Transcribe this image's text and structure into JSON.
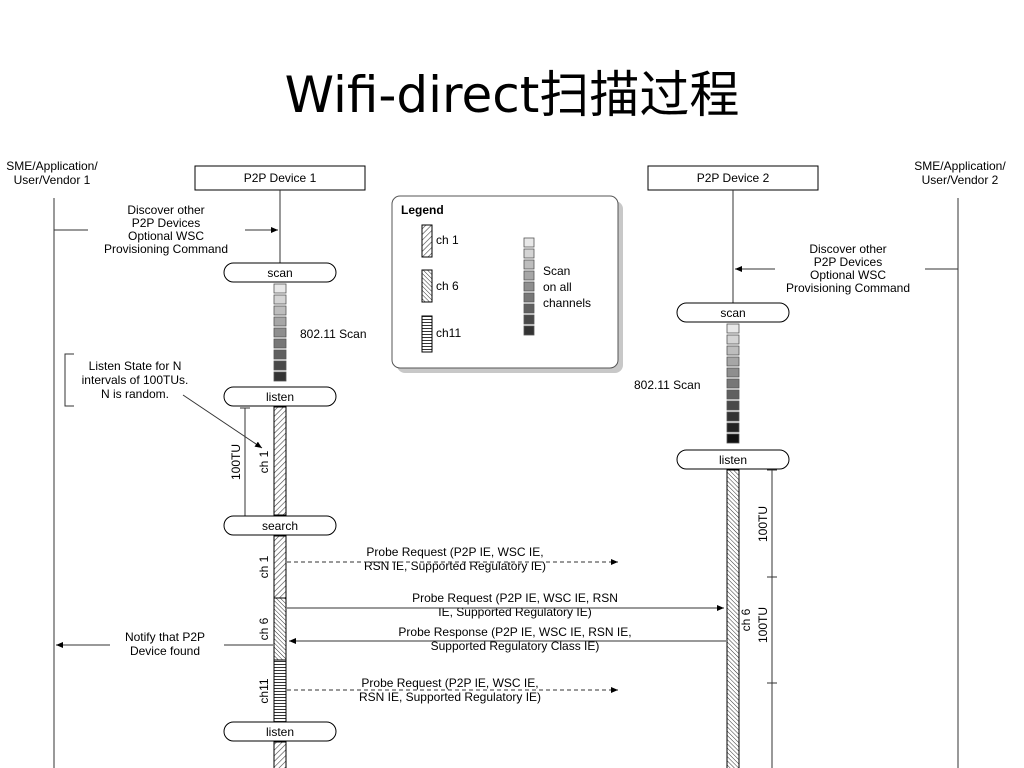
{
  "slide": {
    "title": "Wifi-direct扫描过程"
  },
  "actors": {
    "sme1": [
      "SME/Application/",
      "User/Vendor 1"
    ],
    "dev1": "P2P Device 1",
    "dev2": "P2P Device 2",
    "sme2": [
      "SME/Application/",
      "User/Vendor 2"
    ]
  },
  "messages": {
    "discover1": [
      "Discover other",
      "P2P Devices",
      "Optional WSC",
      "Provisioning Command"
    ],
    "discover2": [
      "Discover other",
      "P2P Devices",
      "Optional WSC",
      "Provisioning Command"
    ],
    "listen_state": [
      "Listen State for N",
      "intervals of 100TUs.",
      "N is random."
    ],
    "notify": [
      "Notify that P2P",
      "Device found"
    ],
    "probe_req_1": [
      "Probe Request (P2P IE, WSC IE,",
      "RSN IE, Supported Regulatory IE)"
    ],
    "probe_req_6": [
      "Probe Request (P2P IE, WSC IE, RSN",
      "IE, Supported Regulatory IE)"
    ],
    "probe_resp_6": [
      "Probe Response (P2P IE, WSC IE, RSN IE,",
      "Supported Regulatory Class IE)"
    ],
    "probe_req_11": [
      "Probe Request (P2P IE, WSC IE,",
      "RSN IE, Supported Regulatory IE)"
    ]
  },
  "states": {
    "scan": "scan",
    "listen": "listen",
    "search": "search"
  },
  "labels": {
    "scan_802": "802.11 Scan",
    "tu100": "100TU",
    "ch1": "ch 1",
    "ch6": "ch 6",
    "ch11": "ch11"
  },
  "legend": {
    "title": "Legend",
    "ch1": "ch 1",
    "ch6": "ch 6",
    "ch11": "ch11",
    "scan_lines": [
      "Scan",
      "on all",
      "channels"
    ]
  },
  "colors": {
    "scan_gradient": [
      "#e8e8e8",
      "#d4d4d4",
      "#bdbdbd",
      "#a6a6a6",
      "#8e8e8e",
      "#777777",
      "#606060",
      "#494949",
      "#333333"
    ],
    "line": "#333333",
    "legend_shadow": "#c8c8c8"
  }
}
